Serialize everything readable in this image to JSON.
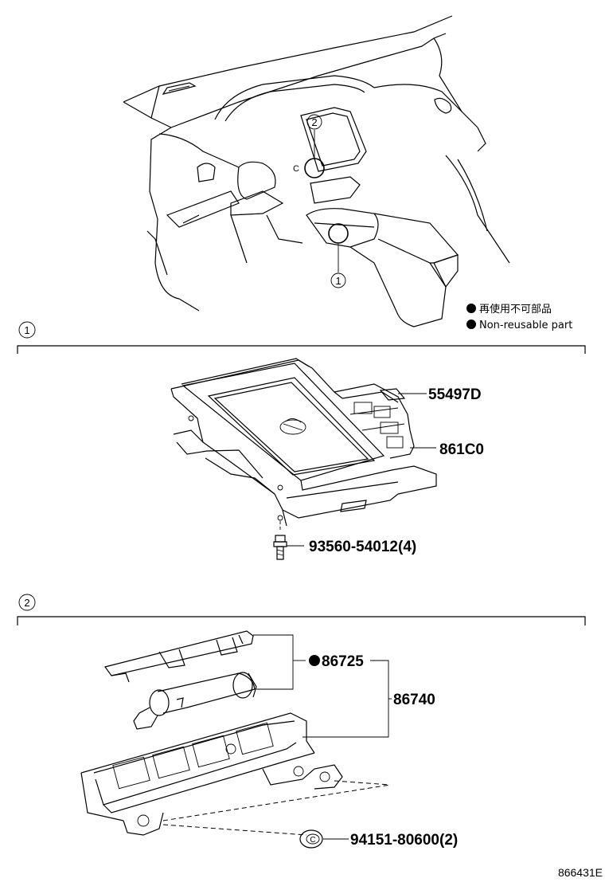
{
  "legend": {
    "non_reusable_jp": "再使用不可部品",
    "non_reusable_en": "Non-reusable part"
  },
  "overview": {
    "callout_1": "1",
    "callout_2": "2"
  },
  "section_1": {
    "number": "1",
    "parts": [
      {
        "label": "55497D"
      },
      {
        "label": "861C0"
      },
      {
        "label": "93560-54012(4)"
      }
    ]
  },
  "section_2": {
    "number": "2",
    "parts": [
      {
        "label": "86725",
        "non_reusable": true
      },
      {
        "label": "86740"
      },
      {
        "label": "94151-80600(2)"
      }
    ],
    "clip_letter": "C"
  },
  "overview_clip_letter": "C",
  "figure_id": "866431E",
  "colors": {
    "ink": "#000000",
    "background": "#ffffff"
  }
}
